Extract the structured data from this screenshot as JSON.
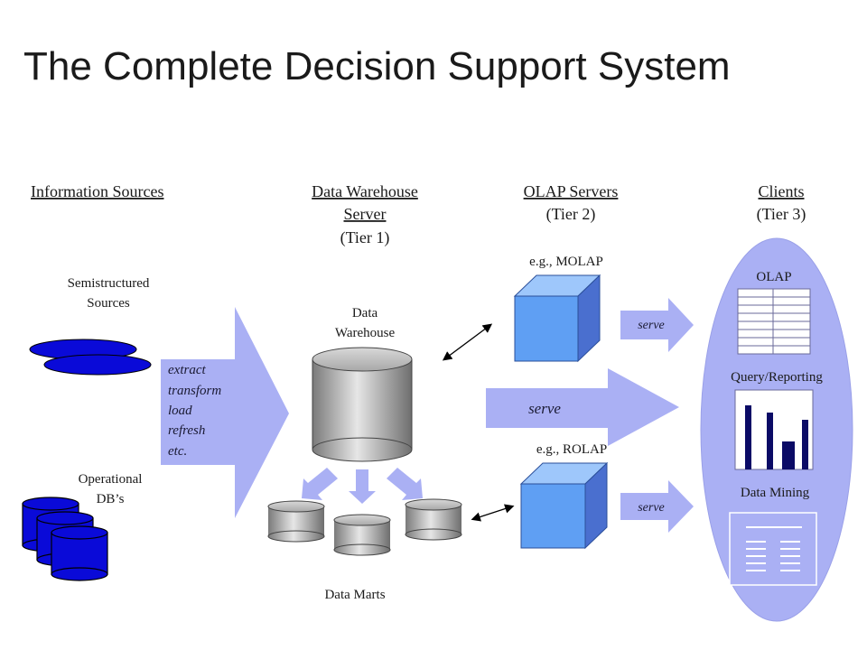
{
  "title": "The Complete Decision Support System",
  "headers": {
    "info_sources": "Information Sources",
    "dw_server_line1": "Data Warehouse",
    "dw_server_line2": "Server",
    "dw_server_tier": "(Tier 1)",
    "olap_servers": "OLAP Servers",
    "olap_tier": "(Tier 2)",
    "clients": "Clients",
    "clients_tier": "(Tier 3)"
  },
  "sources": {
    "semistructured_line1": "Semistructured",
    "semistructured_line2": "Sources",
    "operational_line1": "Operational",
    "operational_line2": "DB’s"
  },
  "etl_steps": [
    "extract",
    "transform",
    "load",
    "refresh",
    "etc."
  ],
  "warehouse": {
    "line1": "Data",
    "line2": "Warehouse"
  },
  "data_marts": "Data Marts",
  "olap": {
    "molap": "e.g., MOLAP",
    "rolap": "e.g., ROLAP"
  },
  "serve_label": "serve",
  "clients": {
    "olap": "OLAP",
    "query_reporting": "Query/Reporting",
    "data_mining": "Data Mining"
  },
  "colors": {
    "arrow_fill": "#aab0f4",
    "source_blue": "#0a0ad8",
    "cube_front": "#5f9ff3",
    "client_oval": "#aab0f4",
    "bar_fill": "#0b0b66"
  }
}
